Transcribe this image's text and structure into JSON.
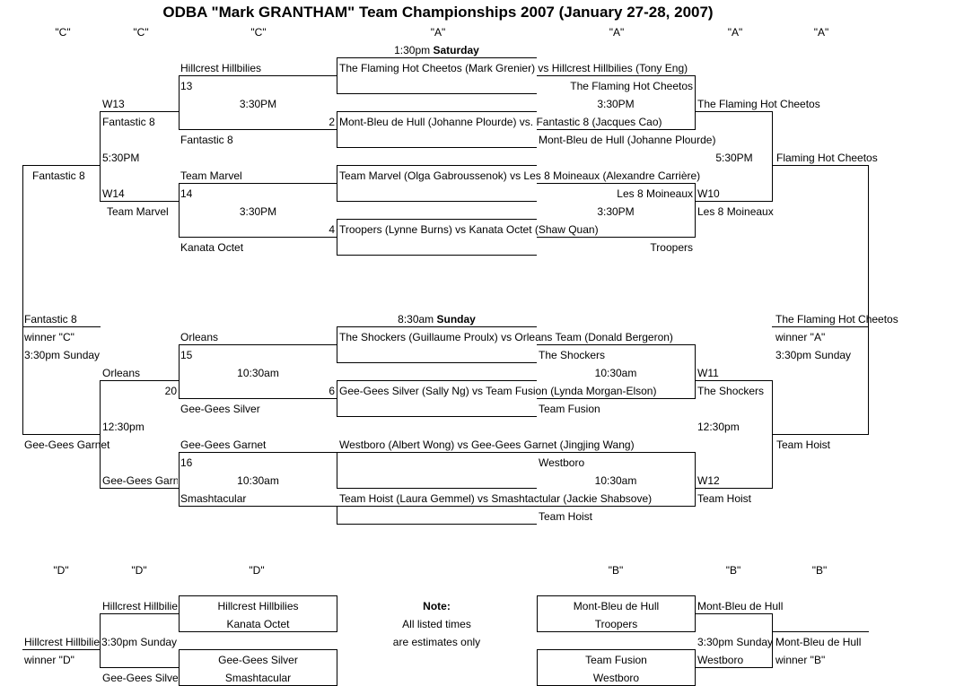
{
  "title": "ODBA \"Mark GRANTHAM\" Team Championships 2007 (January 27-28, 2007)",
  "div_top": {
    "c1": "\"C\"",
    "c2": "\"C\"",
    "c3": "\"C\"",
    "a1": "\"A\"",
    "a2": "\"A\"",
    "a3": "\"A\"",
    "a4": "\"A\""
  },
  "div_bottom": {
    "d1": "\"D\"",
    "d2": "\"D\"",
    "d3": "\"D\"",
    "b1": "\"B\"",
    "b2": "\"B\"",
    "b3": "\"B\""
  },
  "saturday": {
    "time": "1:30pm",
    "day": "Saturday"
  },
  "sunday": {
    "time": "8:30am",
    "day": "Sunday"
  },
  "a_quarters": [
    "The Flaming Hot Cheetos (Mark Grenier) vs  Hillcrest Hillbilies (Tony Eng)",
    "Mont-Bleu de Hull (Johanne Plourde)  vs. Fantastic 8 (Jacques Cao)",
    "Team Marvel (Olga Gabroussenok) vs Les 8 Moineaux (Alexandre Carrière)",
    "Troopers (Lynne Burns) vs Kanata Octet (Shaw Quan)",
    "The Shockers (Guillaume Proulx) vs Orleans Team (Donald Bergeron)",
    "Gee-Gees Silver (Sally Ng)  vs Team Fusion (Lynda Morgan-Elson)",
    "Westboro (Albert Wong) vs Gee-Gees Garnet (Jingjing Wang)",
    "Team Hoist (Laura Gemmel)  vs Smashtactular (Jackie Shabsove)"
  ],
  "match_numbers": [
    "2",
    "4",
    "6"
  ],
  "a_winners": [
    "The Flaming Hot Cheetos",
    "Mont-Bleu de Hull (Johanne Plourde)",
    "Les 8 Moineaux",
    "Troopers",
    "The Shockers",
    "Team Fusion",
    "Westboro",
    "Team Hoist"
  ],
  "a_semis": {
    "top1": "The Flaming Hot Cheetos",
    "w10": "W10",
    "top2": "Les 8 Moineaux",
    "final_top": "Flaming Hot Cheetos",
    "w11": "W11",
    "bot1": "The Shockers",
    "w12": "W12",
    "bot2": "Team Hoist",
    "final_bot": "Team Hoist",
    "champ": "The Flaming Hot Cheetos",
    "winner": "winner \"A\"",
    "when": "3:30pm Sunday"
  },
  "times": {
    "t330": "3:30PM",
    "t530": "5:30PM",
    "t1030": "10:30am",
    "t1230": "12:30pm"
  },
  "c_side": {
    "q1a": "Hillcrest Hillbilies",
    "q1b": "Fantastic 8",
    "n13": "13",
    "q2a": "Team Marvel",
    "q2b": "Kanata Octet",
    "n14": "14",
    "w13": "W13",
    "s1": "Fantastic 8",
    "w14": "W14",
    "s2": "Team Marvel",
    "final_top": "Fantastic 8",
    "q3a": "Orleans",
    "q3b": "Gee-Gees Silver",
    "n15": "15",
    "n20": "20",
    "q4a": "Gee-Gees Garnet",
    "q4b": "Smashtacular",
    "n16": "16",
    "s3": "Orleans",
    "s4": "Gee-Gees Garnet",
    "final_bot": "Gee-Gees Garnet",
    "champ": "Fantastic 8",
    "winner": "winner \"C\"",
    "when": "3:30pm Sunday"
  },
  "d_side": {
    "m1a": "Hillcrest Hillbilies",
    "m1b": "Kanata Octet",
    "m2a": "Gee-Gees Silver",
    "m2b": "Smashtacular",
    "s1": "Hillcrest Hillbilies",
    "s2": "Gee-Gees Silver",
    "final": "Hillcrest Hillbilies",
    "when": "3:30pm Sunday",
    "winner": "winner \"D\""
  },
  "b_side": {
    "m1a": "Mont-Bleu de Hull",
    "m1b": "Troopers",
    "m2a": "Team Fusion",
    "m2b": "Westboro",
    "s1": "Mont-Bleu de Hull",
    "s2": "Westboro",
    "when": "3:30pm Sunday",
    "final": "Mont-Bleu de Hull",
    "winner": "winner \"B\""
  },
  "note": {
    "title": "Note:",
    "line1": "All listed times",
    "line2": "are estimates only"
  }
}
